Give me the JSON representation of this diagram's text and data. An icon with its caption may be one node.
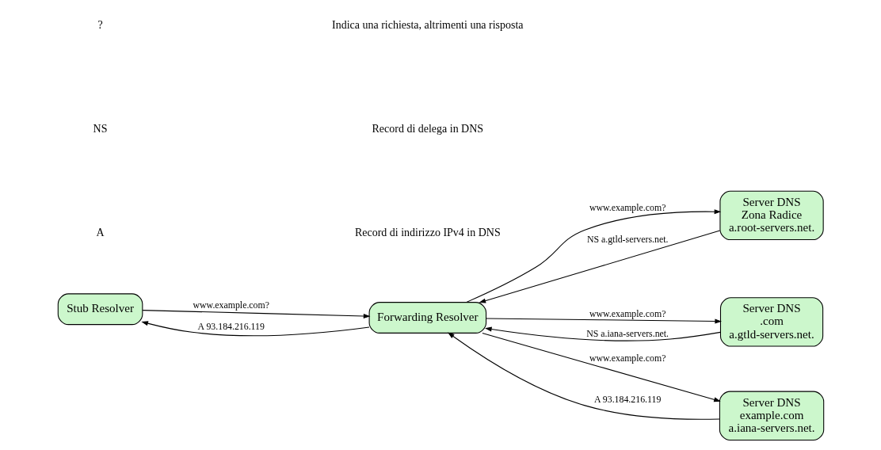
{
  "diagram": {
    "nodes": [
      {
        "text": [
          "Stub Resolver"
        ]
      },
      {
        "text": [
          "Forwarding Resolver"
        ]
      },
      {
        "text": [
          "Server DNS",
          "Zona Radice",
          "a.root-servers.net."
        ]
      },
      {
        "text": [
          "Server DNS",
          ".com",
          "a.gtld-servers.net."
        ]
      },
      {
        "text": [
          "Server DNS",
          "example.com",
          "a.iana-servers.net."
        ]
      }
    ],
    "edges": [
      {
        "from": 0,
        "to": 1,
        "arrow": "to",
        "label": "www.example.com?"
      },
      {
        "from": 1,
        "to": 0,
        "arrow": "to",
        "label": "A 93.184.216.119"
      },
      {
        "from": 1,
        "to": 2,
        "arrow": "to",
        "label": "www.example.com?"
      },
      {
        "from": 2,
        "to": 1,
        "arrow": "to",
        "label": "NS a.gtld-servers.net."
      },
      {
        "from": 1,
        "to": 3,
        "arrow": "to",
        "label": "www.example.com?"
      },
      {
        "from": 3,
        "to": 1,
        "arrow": "to",
        "label": "NS a.iana-servers.net."
      },
      {
        "from": 1,
        "to": 4,
        "arrow": "to",
        "label": "www.example.com?"
      },
      {
        "from": 4,
        "to": 1,
        "arrow": "to",
        "label": "A 93.184.216.119"
      }
    ],
    "labels": [
      "?",
      "Indica una richiesta, altrimenti una risposta",
      "NS",
      "Record di delega in DNS",
      "A",
      "Record di indirizzo IPv4 in DNS"
    ]
  }
}
